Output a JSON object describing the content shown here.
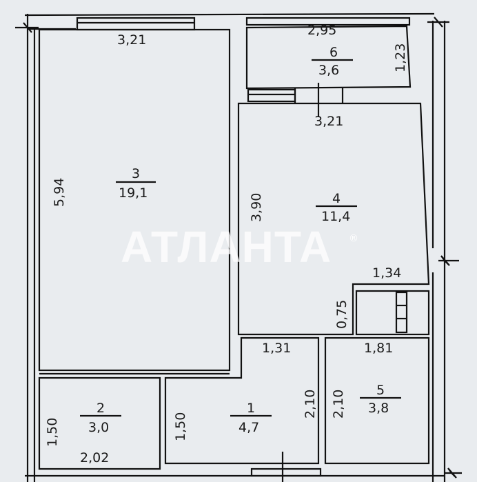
{
  "watermark": {
    "text": "АТЛАНТА",
    "mark": "®"
  },
  "rooms": [
    {
      "number": "3",
      "area": "19,1",
      "width": "3,21",
      "length": "5,94"
    },
    {
      "number": "6",
      "area": "3,6",
      "width": "2,95",
      "length": "1,23"
    },
    {
      "number": "4",
      "area": "11,4",
      "width": "3,21",
      "length": "3,90"
    },
    {
      "number": "1",
      "area": "4,7",
      "width": "1,31",
      "length": "2,10",
      "length2": "1,50"
    },
    {
      "number": "5",
      "area": "3,8",
      "width": "1,81",
      "length": "2,10"
    },
    {
      "number": "2",
      "area": "3,0",
      "width": "2,02",
      "length": "1,50"
    }
  ],
  "closet": {
    "width": "1,34",
    "length": "0,75"
  },
  "colors": {
    "background": "#e9ecef",
    "line": "#111111"
  }
}
